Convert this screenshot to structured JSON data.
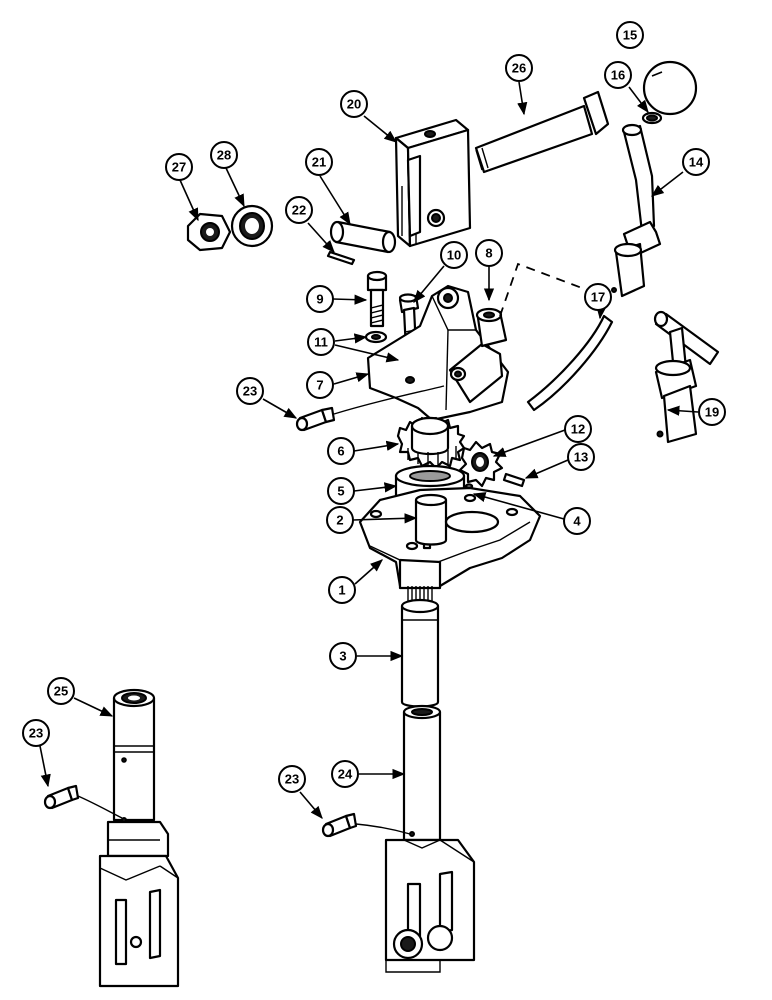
{
  "callouts": [
    {
      "id": "c1",
      "label": "1"
    },
    {
      "id": "c2",
      "label": "2"
    },
    {
      "id": "c3",
      "label": "3"
    },
    {
      "id": "c4",
      "label": "4"
    },
    {
      "id": "c5",
      "label": "5"
    },
    {
      "id": "c6",
      "label": "6"
    },
    {
      "id": "c7",
      "label": "7"
    },
    {
      "id": "c8",
      "label": "8"
    },
    {
      "id": "c9",
      "label": "9"
    },
    {
      "id": "c10",
      "label": "10"
    },
    {
      "id": "c11",
      "label": "11"
    },
    {
      "id": "c12",
      "label": "12"
    },
    {
      "id": "c13",
      "label": "13"
    },
    {
      "id": "c14",
      "label": "14"
    },
    {
      "id": "c15",
      "label": "15"
    },
    {
      "id": "c16",
      "label": "16"
    },
    {
      "id": "c17",
      "label": "17"
    },
    {
      "id": "c19",
      "label": "19"
    },
    {
      "id": "c20",
      "label": "20"
    },
    {
      "id": "c21",
      "label": "21"
    },
    {
      "id": "c22",
      "label": "22"
    },
    {
      "id": "c23a",
      "label": "23"
    },
    {
      "id": "c23b",
      "label": "23"
    },
    {
      "id": "c23c",
      "label": "23"
    },
    {
      "id": "c24",
      "label": "24"
    },
    {
      "id": "c25",
      "label": "25"
    },
    {
      "id": "c26",
      "label": "26"
    },
    {
      "id": "c27",
      "label": "27"
    },
    {
      "id": "c28",
      "label": "28"
    }
  ]
}
